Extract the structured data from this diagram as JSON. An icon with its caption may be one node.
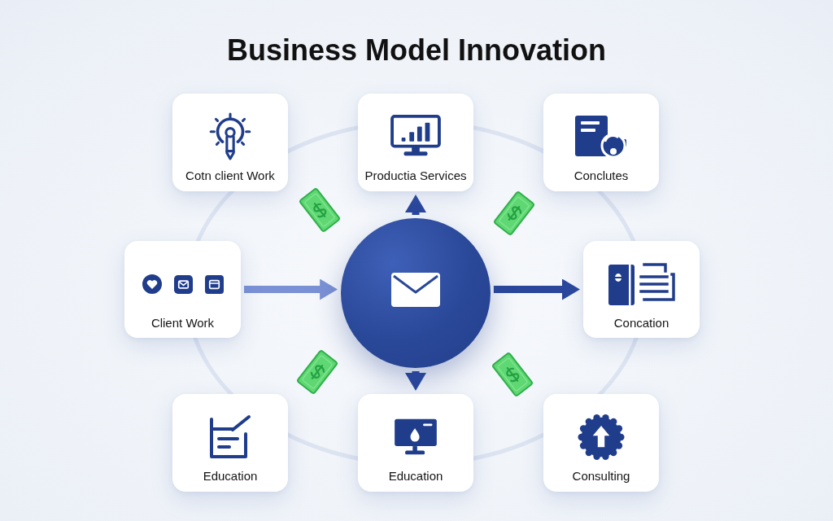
{
  "diagram": {
    "title": "Business Model Innovation",
    "nodes": [
      {
        "text": [
          "Cotn client Work"
        ]
      },
      {
        "text": [
          "Productia Services"
        ]
      },
      {
        "text": [
          "Conclutes"
        ]
      },
      {
        "text": [
          "Client Work"
        ]
      },
      {
        "text": [],
        "shape": "circle"
      },
      {
        "text": [
          "Concation"
        ]
      },
      {
        "text": [
          "Education"
        ]
      },
      {
        "text": [
          "Education"
        ]
      },
      {
        "text": [
          "Consulting"
        ]
      }
    ],
    "edges": [
      {
        "from": 4,
        "to": 1,
        "arrow": "to"
      },
      {
        "from": 3,
        "to": 4,
        "arrow": "to",
        "color": "#7b91d5"
      },
      {
        "from": 4,
        "to": 5,
        "arrow": "to"
      },
      {
        "from": 4,
        "to": 7,
        "arrow": "to"
      }
    ]
  }
}
